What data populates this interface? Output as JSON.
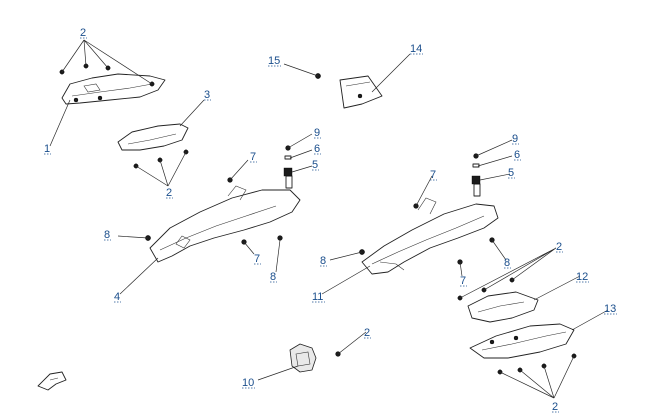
{
  "diagram": {
    "callouts": [
      {
        "id": "c2a",
        "number": "2"
      },
      {
        "id": "c1",
        "number": "1"
      },
      {
        "id": "c3",
        "number": "3"
      },
      {
        "id": "c2b",
        "number": "2"
      },
      {
        "id": "c15",
        "number": "15"
      },
      {
        "id": "c14",
        "number": "14"
      },
      {
        "id": "c7a",
        "number": "7"
      },
      {
        "id": "c9a",
        "number": "9"
      },
      {
        "id": "c6a",
        "number": "6"
      },
      {
        "id": "c5a",
        "number": "5"
      },
      {
        "id": "c8a",
        "number": "8"
      },
      {
        "id": "c7b",
        "number": "7"
      },
      {
        "id": "c8b",
        "number": "8"
      },
      {
        "id": "c4",
        "number": "4"
      },
      {
        "id": "c9b",
        "number": "9"
      },
      {
        "id": "c6b",
        "number": "6"
      },
      {
        "id": "c5b",
        "number": "5"
      },
      {
        "id": "c7c",
        "number": "7"
      },
      {
        "id": "c8c",
        "number": "8"
      },
      {
        "id": "c11",
        "number": "11"
      },
      {
        "id": "c7d",
        "number": "7"
      },
      {
        "id": "c8d",
        "number": "8"
      },
      {
        "id": "c2c",
        "number": "2"
      },
      {
        "id": "c12",
        "number": "12"
      },
      {
        "id": "c13",
        "number": "13"
      },
      {
        "id": "c2d",
        "number": "2"
      },
      {
        "id": "c2e",
        "number": "2"
      },
      {
        "id": "c10",
        "number": "10"
      }
    ]
  }
}
